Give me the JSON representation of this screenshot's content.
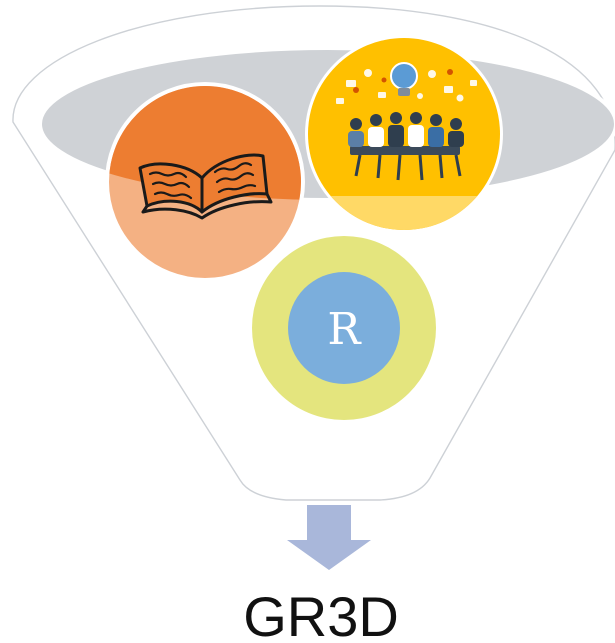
{
  "diagram": {
    "type": "funnel",
    "inputs": [
      {
        "name": "book",
        "icon": "open-book-icon",
        "color": "#ED7D31"
      },
      {
        "name": "team-meeting",
        "icon": "team-meeting-icon",
        "color": "#FFC000"
      },
      {
        "name": "r-language",
        "icon": "r-logo-icon",
        "letter": "R",
        "color": "#E4E57E",
        "inner_color": "#7BAEDC"
      }
    ],
    "output_arrow_color": "#A9B7DA",
    "output_label": "GR3D"
  }
}
